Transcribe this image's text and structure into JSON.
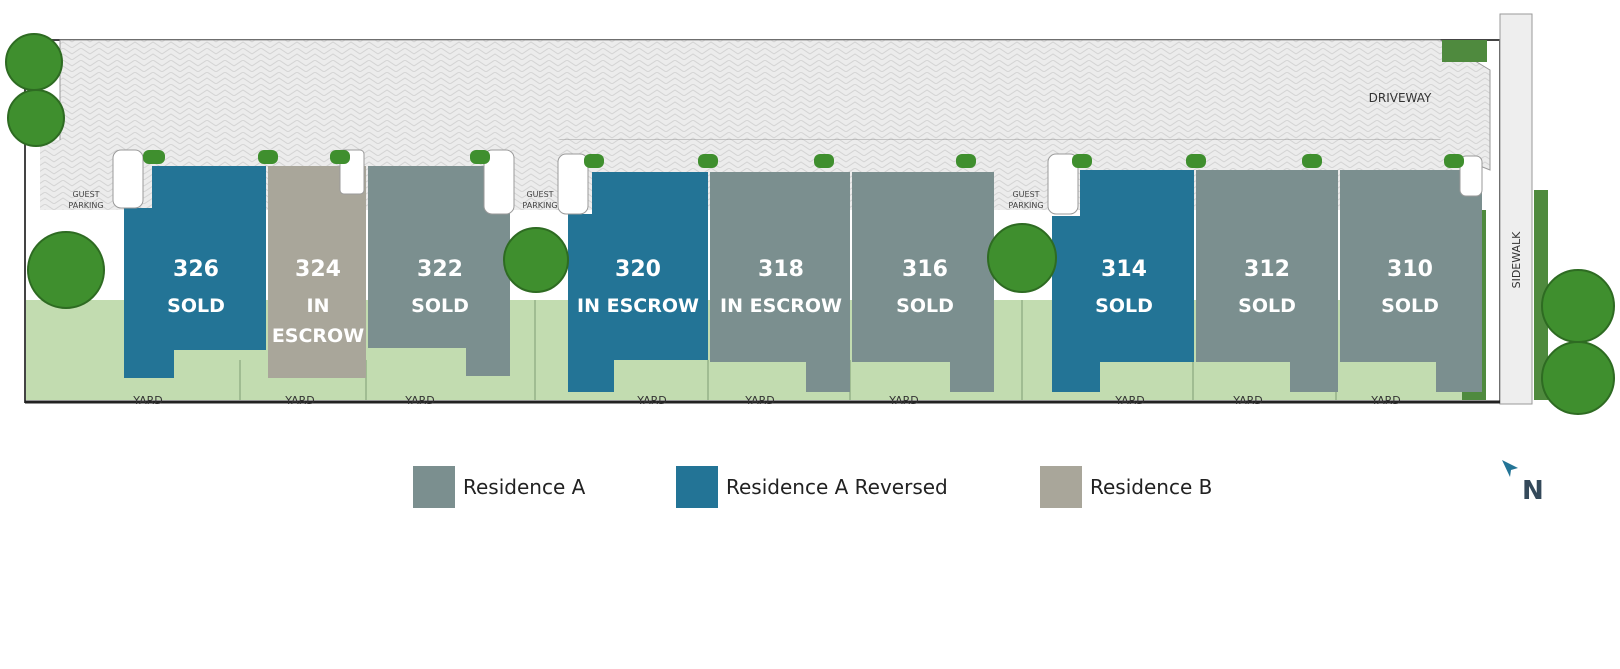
{
  "colors": {
    "residence_a": "#7b8f8f",
    "residence_a_reversed": "#237496",
    "residence_b": "#a9a69a",
    "yard": "#c2dcb0",
    "grass": "#4f8a3e",
    "paving": "#ebebeb",
    "tree": "#3f8f2e"
  },
  "plan": {
    "driveway_label": "DRIVEWAY",
    "sidewalk_label": "SIDEWALK",
    "guest_parking_line1": "GUEST",
    "guest_parking_line2": "PARKING",
    "yard_label": "YARD"
  },
  "units": [
    {
      "number": "326",
      "status_lines": [
        "SOLD"
      ],
      "type": "residence_a_reversed"
    },
    {
      "number": "324",
      "status_lines": [
        "IN",
        "ESCROW"
      ],
      "type": "residence_b"
    },
    {
      "number": "322",
      "status_lines": [
        "SOLD"
      ],
      "type": "residence_a"
    },
    {
      "number": "320",
      "status_lines": [
        "IN ESCROW"
      ],
      "type": "residence_a_reversed"
    },
    {
      "number": "318",
      "status_lines": [
        "IN ESCROW"
      ],
      "type": "residence_a"
    },
    {
      "number": "316",
      "status_lines": [
        "SOLD"
      ],
      "type": "residence_a"
    },
    {
      "number": "314",
      "status_lines": [
        "SOLD"
      ],
      "type": "residence_a_reversed"
    },
    {
      "number": "312",
      "status_lines": [
        "SOLD"
      ],
      "type": "residence_a"
    },
    {
      "number": "310",
      "status_lines": [
        "SOLD"
      ],
      "type": "residence_a"
    }
  ],
  "legend": [
    {
      "label": "Residence A",
      "type": "residence_a"
    },
    {
      "label": "Residence A Reversed",
      "type": "residence_a_reversed"
    },
    {
      "label": "Residence B",
      "type": "residence_b"
    }
  ],
  "compass": {
    "letter": "N",
    "icon": "north-arrow-icon"
  }
}
